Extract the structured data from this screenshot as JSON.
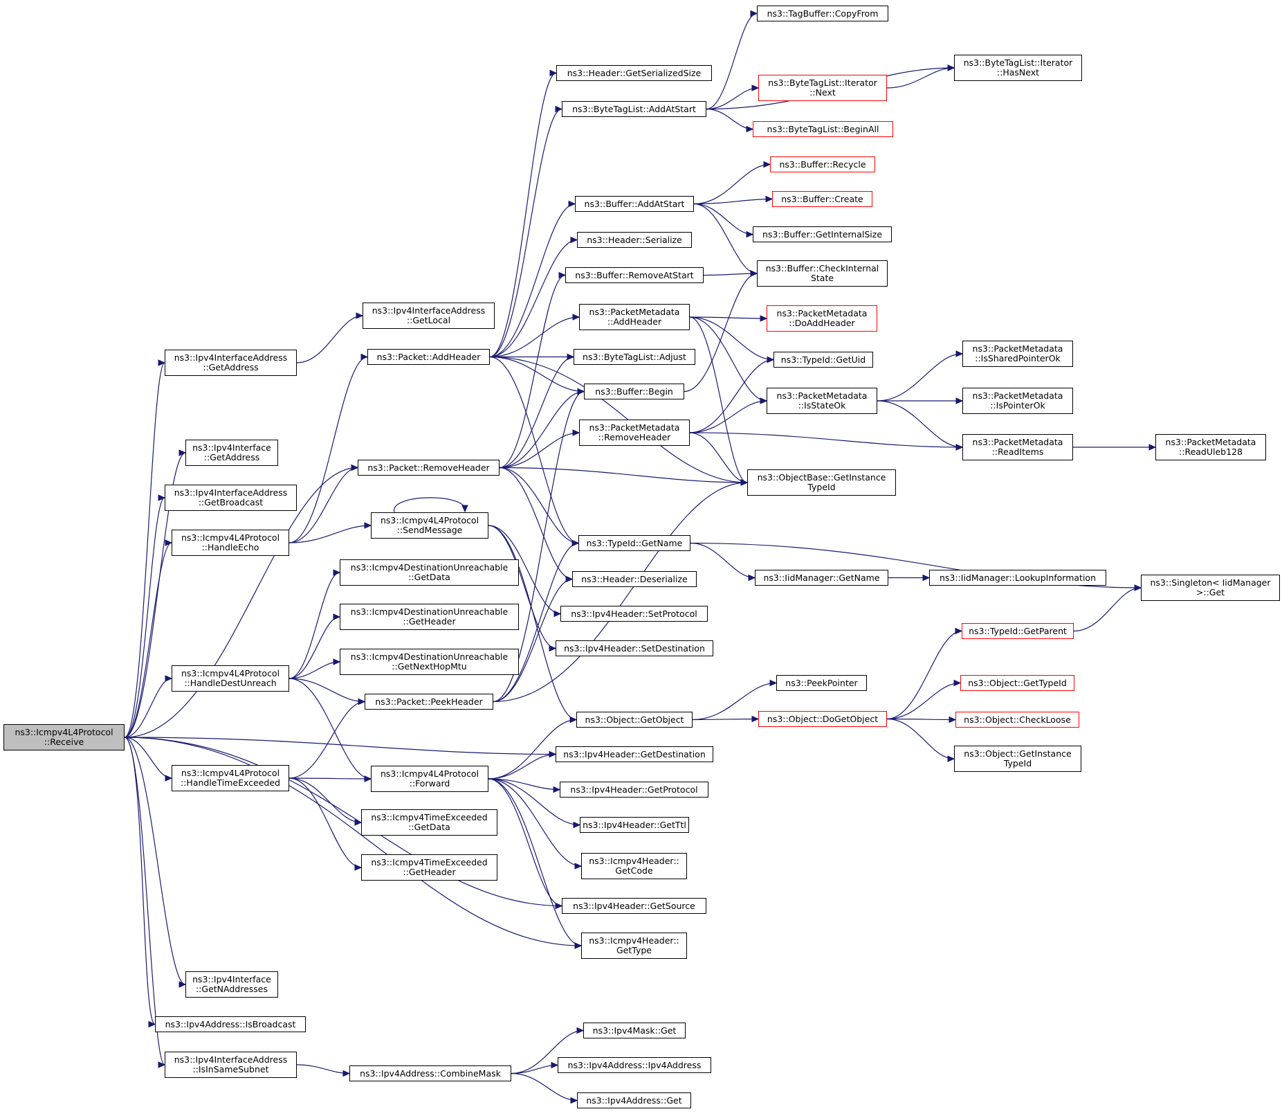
{
  "colors": {
    "edge": "#191970",
    "node_border": "#000000",
    "truncated_border": "#ff0000",
    "root_fill": "#bfbfbf",
    "background": "#ffffff"
  },
  "nodes": [
    {
      "id": "receive",
      "label": "ns3::Icmpv4L4Protocol\n::Receive",
      "kind": "root"
    },
    {
      "id": "ifaddr-getaddress",
      "label": "ns3::Ipv4InterfaceAddress\n::GetAddress"
    },
    {
      "id": "ifaddr-getlocal",
      "label": "ns3::Ipv4InterfaceAddress\n::GetLocal"
    },
    {
      "id": "iface-getaddress",
      "label": "ns3::Ipv4Interface\n::GetAddress"
    },
    {
      "id": "ifaddr-getbroadcast",
      "label": "ns3::Ipv4InterfaceAddress\n::GetBroadcast"
    },
    {
      "id": "handleecho",
      "label": "ns3::Icmpv4L4Protocol\n::HandleEcho"
    },
    {
      "id": "handledestunreach",
      "label": "ns3::Icmpv4L4Protocol\n::HandleDestUnreach"
    },
    {
      "id": "handletimeexceeded",
      "label": "ns3::Icmpv4L4Protocol\n::HandleTimeExceeded"
    },
    {
      "id": "iface-getnaddresses",
      "label": "ns3::Ipv4Interface\n::GetNAddresses"
    },
    {
      "id": "ipv4addr-isbroadcast",
      "label": "ns3::Ipv4Address::IsBroadcast"
    },
    {
      "id": "ifaddr-isinsamesubnet",
      "label": "ns3::Ipv4InterfaceAddress\n::IsInSameSubnet"
    },
    {
      "id": "packet-addheader",
      "label": "ns3::Packet::AddHeader"
    },
    {
      "id": "packet-removeheader",
      "label": "ns3::Packet::RemoveHeader"
    },
    {
      "id": "sendmessage",
      "label": "ns3::Icmpv4L4Protocol\n::SendMessage"
    },
    {
      "id": "du-getdata",
      "label": "ns3::Icmpv4DestinationUnreachable\n::GetData"
    },
    {
      "id": "du-getheader",
      "label": "ns3::Icmpv4DestinationUnreachable\n::GetHeader"
    },
    {
      "id": "du-getnexthopmtu",
      "label": "ns3::Icmpv4DestinationUnreachable\n::GetNextHopMtu"
    },
    {
      "id": "packet-peekheader",
      "label": "ns3::Packet::PeekHeader"
    },
    {
      "id": "forward",
      "label": "ns3::Icmpv4L4Protocol\n::Forward"
    },
    {
      "id": "te-getdata",
      "label": "ns3::Icmpv4TimeExceeded\n::GetData"
    },
    {
      "id": "te-getheader",
      "label": "ns3::Icmpv4TimeExceeded\n::GetHeader"
    },
    {
      "id": "ipv4addr-combinemask",
      "label": "ns3::Ipv4Address::CombineMask"
    },
    {
      "id": "header-getserializedsize",
      "label": "ns3::Header::GetSerializedSize"
    },
    {
      "id": "btl-addatstart",
      "label": "ns3::ByteTagList::AddAtStart"
    },
    {
      "id": "buffer-addatstart",
      "label": "ns3::Buffer::AddAtStart"
    },
    {
      "id": "header-serialize",
      "label": "ns3::Header::Serialize"
    },
    {
      "id": "buffer-removeatstart",
      "label": "ns3::Buffer::RemoveAtStart"
    },
    {
      "id": "pm-addheader",
      "label": "ns3::PacketMetadata\n::AddHeader"
    },
    {
      "id": "btl-adjust",
      "label": "ns3::ByteTagList::Adjust"
    },
    {
      "id": "buffer-begin",
      "label": "ns3::Buffer::Begin"
    },
    {
      "id": "pm-removeheader",
      "label": "ns3::PacketMetadata\n::RemoveHeader"
    },
    {
      "id": "typeid-getname",
      "label": "ns3::TypeId::GetName"
    },
    {
      "id": "header-deserialize",
      "label": "ns3::Header::Deserialize"
    },
    {
      "id": "ipv4h-setprotocol",
      "label": "ns3::Ipv4Header::SetProtocol"
    },
    {
      "id": "ipv4h-setdestination",
      "label": "ns3::Ipv4Header::SetDestination"
    },
    {
      "id": "object-getobject",
      "label": "ns3::Object::GetObject"
    },
    {
      "id": "ipv4h-getdestination",
      "label": "ns3::Ipv4Header::GetDestination"
    },
    {
      "id": "ipv4h-getprotocol",
      "label": "ns3::Ipv4Header::GetProtocol"
    },
    {
      "id": "ipv4h-getttl",
      "label": "ns3::Ipv4Header::GetTtl"
    },
    {
      "id": "icmpv4h-getcode",
      "label": "ns3::Icmpv4Header::\nGetCode"
    },
    {
      "id": "ipv4h-getsource",
      "label": "ns3::Ipv4Header::GetSource"
    },
    {
      "id": "icmpv4h-gettype",
      "label": "ns3::Icmpv4Header::\nGetType"
    },
    {
      "id": "ipv4mask-get",
      "label": "ns3::Ipv4Mask::Get"
    },
    {
      "id": "ipv4addr-ipv4address",
      "label": "ns3::Ipv4Address::Ipv4Address"
    },
    {
      "id": "ipv4addr-get",
      "label": "ns3::Ipv4Address::Get"
    },
    {
      "id": "tagbuffer-copyfrom",
      "label": "ns3::TagBuffer::CopyFrom"
    },
    {
      "id": "btl-it-next",
      "label": "ns3::ByteTagList::Iterator\n::Next",
      "kind": "truncated"
    },
    {
      "id": "btl-beginall",
      "label": "ns3::ByteTagList::BeginAll",
      "kind": "truncated"
    },
    {
      "id": "buffer-recycle",
      "label": "ns3::Buffer::Recycle",
      "kind": "truncated"
    },
    {
      "id": "buffer-create",
      "label": "ns3::Buffer::Create",
      "kind": "truncated"
    },
    {
      "id": "buffer-getinternalsize",
      "label": "ns3::Buffer::GetInternalSize"
    },
    {
      "id": "buffer-checkinternalstate",
      "label": "ns3::Buffer::CheckInternal\nState"
    },
    {
      "id": "pm-doaddheader",
      "label": "ns3::PacketMetadata\n::DoAddHeader",
      "kind": "truncated"
    },
    {
      "id": "typeid-getuid",
      "label": "ns3::TypeId::GetUid"
    },
    {
      "id": "pm-isstateok",
      "label": "ns3::PacketMetadata\n::IsStateOk"
    },
    {
      "id": "objectbase-getinstancetypeid",
      "label": "ns3::ObjectBase::GetInstance\nTypeId"
    },
    {
      "id": "iidmanager-getname",
      "label": "ns3::IidManager::GetName"
    },
    {
      "id": "peekpointer",
      "label": "ns3::PeekPointer"
    },
    {
      "id": "object-dogetobject",
      "label": "ns3::Object::DoGetObject",
      "kind": "truncated"
    },
    {
      "id": "btl-it-hasnext",
      "label": "ns3::ByteTagList::Iterator\n::HasNext"
    },
    {
      "id": "pm-issharedpointerok",
      "label": "ns3::PacketMetadata\n::IsSharedPointerOk"
    },
    {
      "id": "pm-ispointerok",
      "label": "ns3::PacketMetadata\n::IsPointerOk"
    },
    {
      "id": "pm-readitems",
      "label": "ns3::PacketMetadata\n::ReadItems"
    },
    {
      "id": "iidmanager-lookupinformation",
      "label": "ns3::IidManager::LookupInformation"
    },
    {
      "id": "typeid-getparent",
      "label": "ns3::TypeId::GetParent",
      "kind": "truncated"
    },
    {
      "id": "object-gettypeid",
      "label": "ns3::Object::GetTypeId",
      "kind": "truncated"
    },
    {
      "id": "object-checkloose",
      "label": "ns3::Object::CheckLoose",
      "kind": "truncated"
    },
    {
      "id": "object-getinstancetypeid",
      "label": "ns3::Object::GetInstance\nTypeId"
    },
    {
      "id": "pm-readuleb128",
      "label": "ns3::PacketMetadata\n::ReadUleb128"
    },
    {
      "id": "singleton-get",
      "label": "ns3::Singleton< IidManager\n>::Get"
    }
  ],
  "edges": [
    [
      "receive",
      "ifaddr-getaddress"
    ],
    [
      "receive",
      "iface-getaddress"
    ],
    [
      "receive",
      "ifaddr-getbroadcast"
    ],
    [
      "receive",
      "handleecho"
    ],
    [
      "receive",
      "packet-removeheader"
    ],
    [
      "receive",
      "handledestunreach"
    ],
    [
      "receive",
      "handletimeexceeded"
    ],
    [
      "receive",
      "ipv4h-getdestination"
    ],
    [
      "receive",
      "ipv4h-getsource"
    ],
    [
      "receive",
      "icmpv4h-gettype"
    ],
    [
      "receive",
      "iface-getnaddresses"
    ],
    [
      "receive",
      "ipv4addr-isbroadcast"
    ],
    [
      "receive",
      "ifaddr-isinsamesubnet"
    ],
    [
      "ifaddr-getaddress",
      "ifaddr-getlocal"
    ],
    [
      "handleecho",
      "packet-addheader"
    ],
    [
      "handleecho",
      "packet-removeheader"
    ],
    [
      "handleecho",
      "sendmessage"
    ],
    [
      "handledestunreach",
      "du-getdata"
    ],
    [
      "handledestunreach",
      "du-getheader"
    ],
    [
      "handledestunreach",
      "du-getnexthopmtu"
    ],
    [
      "handledestunreach",
      "packet-peekheader"
    ],
    [
      "handledestunreach",
      "forward"
    ],
    [
      "handletimeexceeded",
      "packet-peekheader"
    ],
    [
      "handletimeexceeded",
      "forward"
    ],
    [
      "handletimeexceeded",
      "te-getdata"
    ],
    [
      "handletimeexceeded",
      "te-getheader"
    ],
    [
      "ifaddr-isinsamesubnet",
      "ipv4addr-combinemask"
    ],
    [
      "packet-addheader",
      "header-getserializedsize"
    ],
    [
      "packet-addheader",
      "btl-addatstart"
    ],
    [
      "packet-addheader",
      "buffer-addatstart"
    ],
    [
      "packet-addheader",
      "header-serialize"
    ],
    [
      "packet-addheader",
      "pm-addheader"
    ],
    [
      "packet-addheader",
      "btl-adjust"
    ],
    [
      "packet-addheader",
      "buffer-begin"
    ],
    [
      "packet-addheader",
      "typeid-getname"
    ],
    [
      "packet-addheader",
      "objectbase-getinstancetypeid"
    ],
    [
      "packet-removeheader",
      "btl-adjust"
    ],
    [
      "packet-removeheader",
      "buffer-begin"
    ],
    [
      "packet-removeheader",
      "buffer-removeatstart"
    ],
    [
      "packet-removeheader",
      "pm-removeheader"
    ],
    [
      "packet-removeheader",
      "objectbase-getinstancetypeid"
    ],
    [
      "packet-removeheader",
      "typeid-getname"
    ],
    [
      "packet-removeheader",
      "header-deserialize"
    ],
    [
      "sendmessage",
      "sendmessage"
    ],
    [
      "sendmessage",
      "ipv4h-setprotocol"
    ],
    [
      "sendmessage",
      "ipv4h-setdestination"
    ],
    [
      "sendmessage",
      "object-getobject"
    ],
    [
      "packet-peekheader",
      "buffer-begin"
    ],
    [
      "packet-peekheader",
      "typeid-getname"
    ],
    [
      "packet-peekheader",
      "header-deserialize"
    ],
    [
      "packet-peekheader",
      "objectbase-getinstancetypeid"
    ],
    [
      "forward",
      "object-getobject"
    ],
    [
      "forward",
      "ipv4h-getdestination"
    ],
    [
      "forward",
      "ipv4h-getprotocol"
    ],
    [
      "forward",
      "ipv4h-getttl"
    ],
    [
      "forward",
      "icmpv4h-getcode"
    ],
    [
      "forward",
      "ipv4h-getsource"
    ],
    [
      "forward",
      "icmpv4h-gettype"
    ],
    [
      "ipv4addr-combinemask",
      "ipv4mask-get"
    ],
    [
      "ipv4addr-combinemask",
      "ipv4addr-ipv4address"
    ],
    [
      "ipv4addr-combinemask",
      "ipv4addr-get"
    ],
    [
      "btl-addatstart",
      "tagbuffer-copyfrom"
    ],
    [
      "btl-addatstart",
      "btl-it-hasnext"
    ],
    [
      "btl-addatstart",
      "btl-it-next"
    ],
    [
      "btl-addatstart",
      "btl-beginall"
    ],
    [
      "btl-it-next",
      "btl-it-hasnext"
    ],
    [
      "buffer-addatstart",
      "buffer-recycle"
    ],
    [
      "buffer-addatstart",
      "buffer-create"
    ],
    [
      "buffer-addatstart",
      "buffer-getinternalsize"
    ],
    [
      "buffer-addatstart",
      "buffer-checkinternalstate"
    ],
    [
      "buffer-removeatstart",
      "buffer-checkinternalstate"
    ],
    [
      "buffer-begin",
      "buffer-checkinternalstate"
    ],
    [
      "pm-addheader",
      "pm-doaddheader"
    ],
    [
      "pm-addheader",
      "typeid-getuid"
    ],
    [
      "pm-addheader",
      "pm-isstateok"
    ],
    [
      "pm-addheader",
      "objectbase-getinstancetypeid"
    ],
    [
      "pm-removeheader",
      "typeid-getuid"
    ],
    [
      "pm-removeheader",
      "pm-isstateok"
    ],
    [
      "pm-removeheader",
      "pm-readitems"
    ],
    [
      "pm-removeheader",
      "objectbase-getinstancetypeid"
    ],
    [
      "pm-isstateok",
      "pm-issharedpointerok"
    ],
    [
      "pm-isstateok",
      "pm-ispointerok"
    ],
    [
      "pm-isstateok",
      "pm-readitems"
    ],
    [
      "pm-readitems",
      "pm-readuleb128"
    ],
    [
      "typeid-getname",
      "iidmanager-getname"
    ],
    [
      "typeid-getname",
      "singleton-get"
    ],
    [
      "iidmanager-getname",
      "iidmanager-lookupinformation"
    ],
    [
      "object-getobject",
      "peekpointer"
    ],
    [
      "object-getobject",
      "object-dogetobject"
    ],
    [
      "object-dogetobject",
      "typeid-getparent"
    ],
    [
      "object-dogetobject",
      "object-gettypeid"
    ],
    [
      "object-dogetobject",
      "object-checkloose"
    ],
    [
      "object-dogetobject",
      "object-getinstancetypeid"
    ],
    [
      "typeid-getparent",
      "singleton-get"
    ]
  ]
}
